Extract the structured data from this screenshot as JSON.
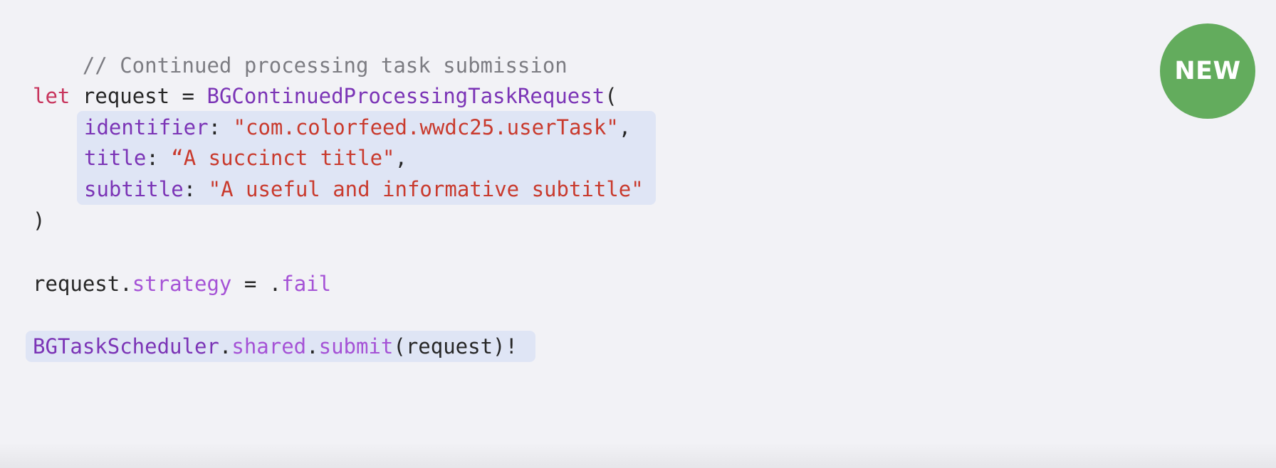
{
  "badge": {
    "label": "NEW",
    "color": "#63ac5d"
  },
  "code": {
    "comment": "// Continued processing task submission",
    "line_let": {
      "keyword": "let",
      "variable": "request",
      "equals": "=",
      "type": "BGContinuedProcessingTaskRequest",
      "open_paren": "("
    },
    "args": [
      {
        "name": "identifier",
        "colon": ":",
        "value": "\"com.colorfeed.wwdc25.userTask\"",
        "comma": ","
      },
      {
        "name": "title",
        "colon": ":",
        "value": "“A succinct title\"",
        "comma": ","
      },
      {
        "name": "subtitle",
        "colon": ":",
        "value": "\"A useful and informative subtitle\"",
        "comma": ""
      }
    ],
    "close_paren": ")",
    "strategy_line": {
      "object": "request",
      "dot1": ".",
      "property": "strategy",
      "equals": "=",
      "dot2": ".",
      "value": "fail"
    },
    "submit_line": {
      "type": "BGTaskScheduler",
      "dot1": ".",
      "property": "shared",
      "dot2": ".",
      "method": "submit",
      "args": "(request)!"
    }
  },
  "colors": {
    "background": "#f2f2f6",
    "highlight": "#dfe5f5",
    "keyword": "#c8355d",
    "type": "#7b34b6",
    "string": "#c93a2d",
    "member": "#a552d6",
    "comment": "#7c7c82"
  }
}
